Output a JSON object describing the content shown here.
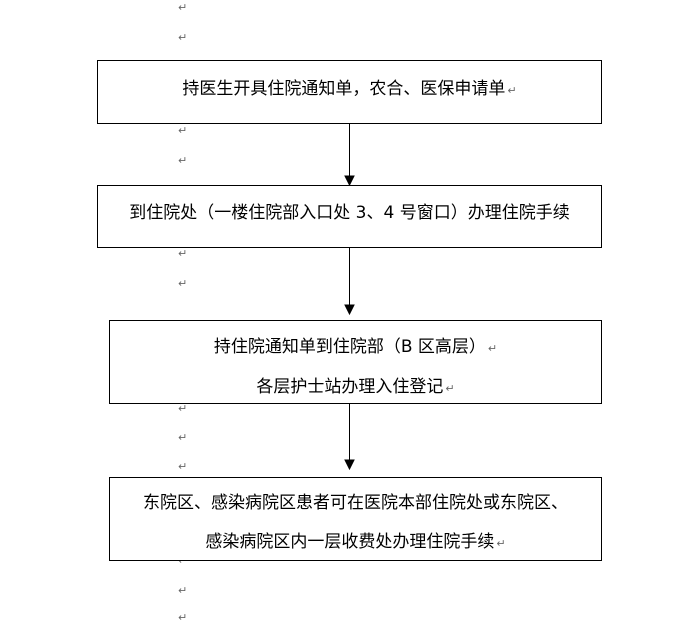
{
  "paragraph_mark": "↵",
  "boxes": [
    {
      "lines": [
        {
          "text": "持医生开具住院通知单，农合、医保申请单",
          "mark": true
        }
      ]
    },
    {
      "lines": [
        {
          "text": "到住院处（一楼住院部入口处 3、4 号窗口）办理住院手续",
          "mark": false
        }
      ]
    },
    {
      "lines": [
        {
          "text": "持住院通知单到住院部（B 区高层）",
          "mark": true
        },
        {
          "text": "各层护士站办理入住登记",
          "mark": true
        }
      ]
    },
    {
      "lines": [
        {
          "text": "东院区、感染病院区患者可在医院本部住院处或东院区、",
          "mark": false
        },
        {
          "text": "感染病院区内一层收费处办理住院手续",
          "mark": true
        }
      ]
    }
  ]
}
